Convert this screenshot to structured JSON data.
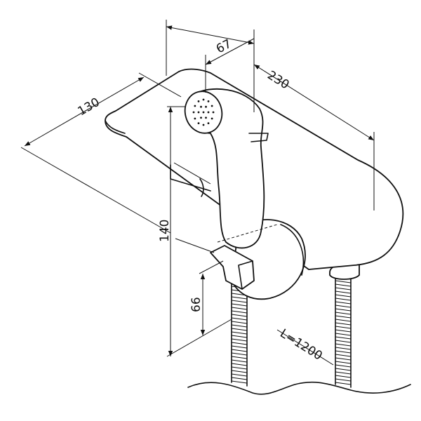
{
  "drawing": {
    "dimensions": {
      "nozzle_width": "67",
      "depth": "230",
      "plate_width": "130",
      "height": "140",
      "holder_height": "66",
      "hose_length": "L=1200"
    },
    "line_color": "#111111"
  }
}
